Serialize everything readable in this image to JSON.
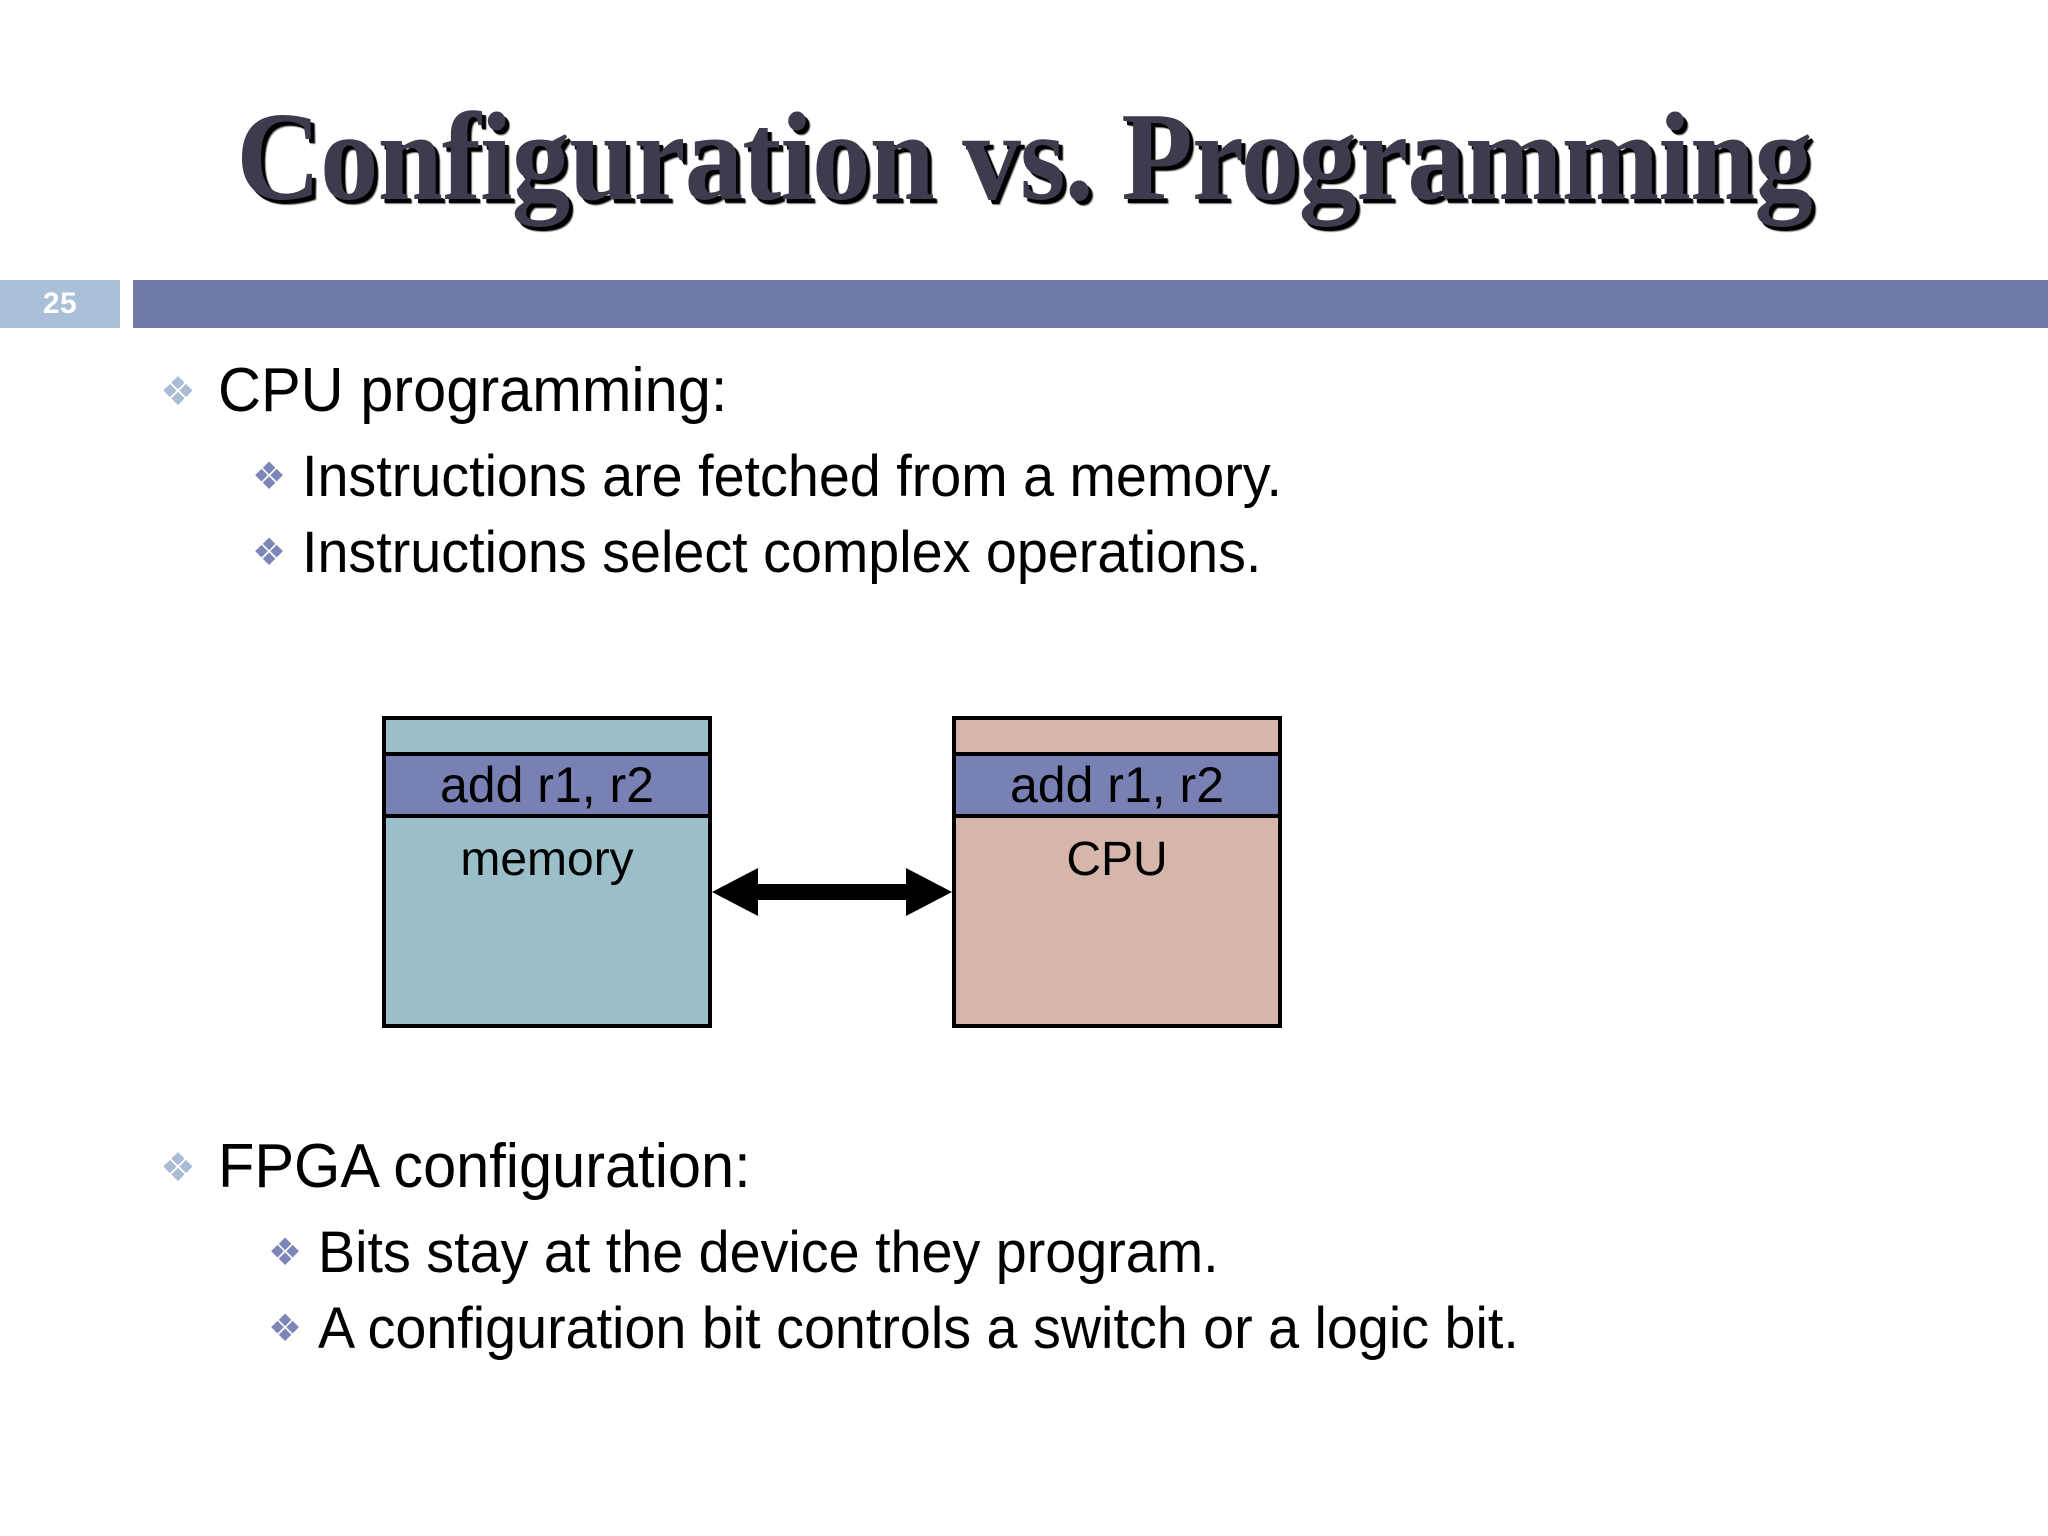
{
  "slide": {
    "title": "Configuration vs. Programming",
    "page_number": "25",
    "accent_bar_color": "#7079a8",
    "page_badge_color": "#a9c0d8",
    "bullet_level1_color": "#a9bed4",
    "bullet_level2_color": "#7d86b8",
    "bullet_glyph": "❖"
  },
  "content": {
    "section_cpu": {
      "heading": "CPU programming:",
      "points": [
        "Instructions are fetched from a memory.",
        "Instructions select complex operations."
      ]
    },
    "section_fpga": {
      "heading": "FPGA configuration:",
      "points": [
        "Bits stay at the device they program.",
        "A configuration bit controls a switch or a logic bit."
      ]
    }
  },
  "diagram": {
    "memory_box": {
      "instruction": "add r1, r2",
      "label": "memory",
      "fill_color": "#9bbfc8",
      "instruction_fill_color": "#7980b4"
    },
    "cpu_box": {
      "instruction": "add r1, r2",
      "label": "CPU",
      "fill_color": "#d6b5aa",
      "instruction_fill_color": "#7980b4"
    },
    "connector": "double-headed-arrow"
  }
}
